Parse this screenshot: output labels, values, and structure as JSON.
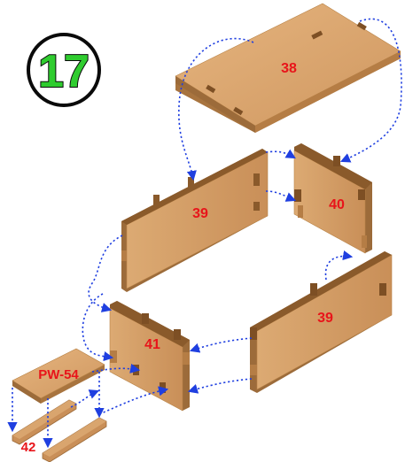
{
  "step": {
    "number": "17"
  },
  "parts": {
    "top_panel": "38",
    "back_panel": "39",
    "side_panel": "40",
    "front_panel": "39",
    "divider_panel": "41",
    "small_panel": "PW-54",
    "slats": "42"
  },
  "colors": {
    "wood_top": "#d9a56e",
    "wood_edge": "#a8743f",
    "wood_dark": "#8a5a2b",
    "label": "#e8141a",
    "arrow": "#1f3fe0",
    "step_fill": "#2fcc2f"
  }
}
